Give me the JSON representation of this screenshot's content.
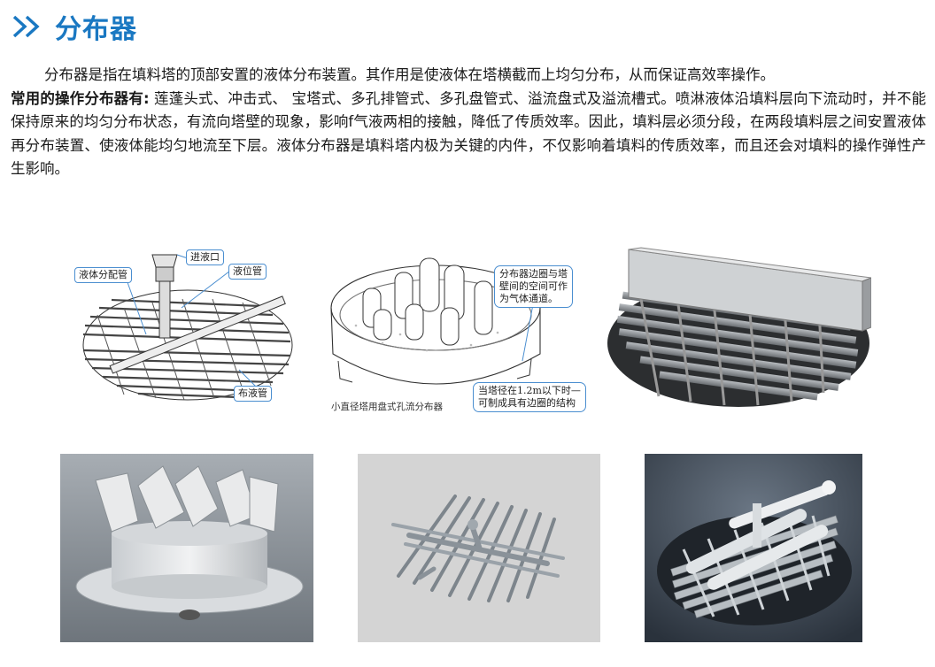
{
  "header": {
    "title": "分布器",
    "icon": "double-chevron-right-icon",
    "accent_color": "#1a78c2"
  },
  "paragraph": {
    "line1": "分布器是指在填料塔的顶部安置的液体分布装置。其作用是使液体在塔横截而上均匀分布，从而保证高效率操作。",
    "types_label": "常用的操作分布器有:",
    "types_text": " 莲蓬头式、冲击式、 宝塔式、多孔排管式、多孔盘管式、溢流盘式及溢流槽式。喷淋液体沿填料层向下流动时，并不能保持原来的均匀分布状态，有流向塔壁的现象，影响f气液两相的接触，降低了传质效率。因此，填料层必须分段，在两段填料层之间安置液体再分布装置、使液体能均匀地流至下层。液体分布器是填料塔内极为关键的内件，不仅影响着填料的传质效率，而且还会对填料的操作弹性产生影响。"
  },
  "figure1": {
    "label_inlet": "进液口",
    "label_distributor_pipe": "液体分配管",
    "label_level_pipe": "液位管",
    "label_spray_pipe": "布液管"
  },
  "figure2": {
    "note_gap_l1": "分布器边圈与塔",
    "note_gap_l2": "壁间的空间可作",
    "note_gap_l3": "为气体通道。",
    "caption": "小直径塔用盘式孔流分布器",
    "note_rim_l1": "当塔径在1.2m以下时—",
    "note_rim_l2": "可制成具有边圈的结构"
  }
}
